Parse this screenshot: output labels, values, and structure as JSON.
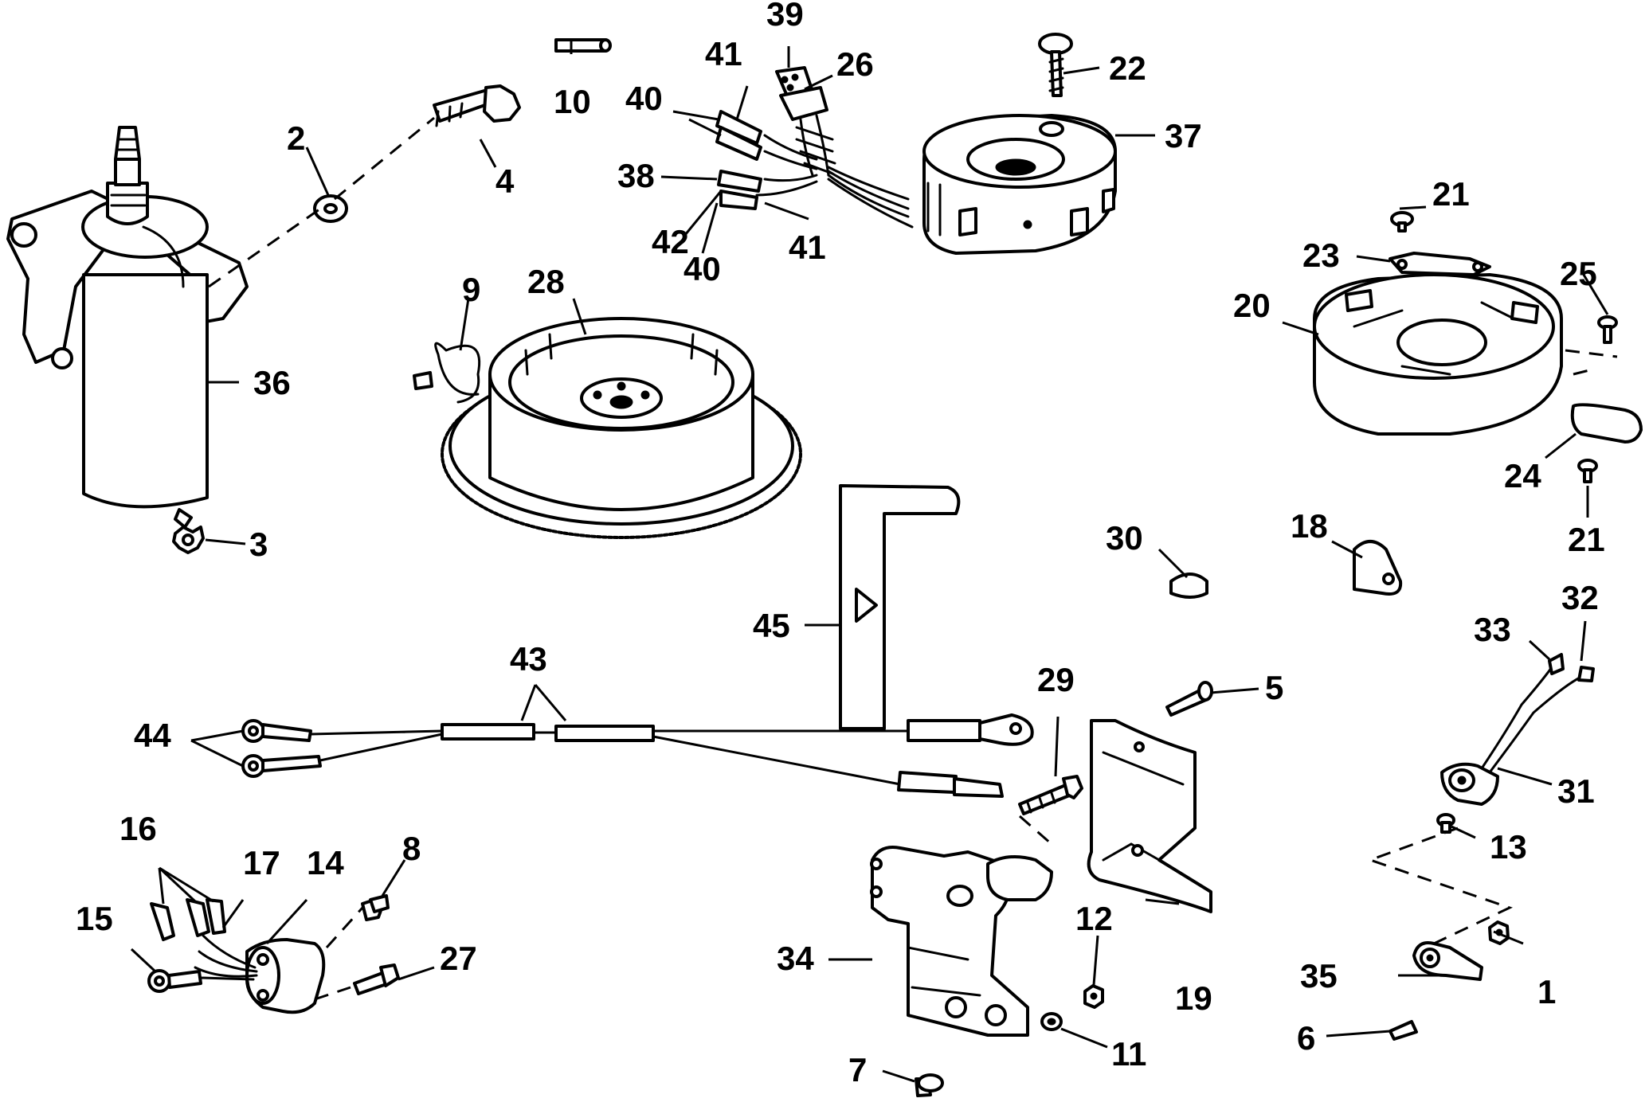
{
  "callouts": [
    "1",
    "2",
    "3",
    "4",
    "5",
    "6",
    "7",
    "8",
    "9",
    "10",
    "11",
    "12",
    "13",
    "14",
    "15",
    "16",
    "17",
    "18",
    "19",
    "20",
    "21",
    "21",
    "22",
    "23",
    "24",
    "25",
    "26",
    "27",
    "28",
    "29",
    "30",
    "31",
    "32",
    "33",
    "34",
    "35",
    "36",
    "37",
    "38",
    "39",
    "40",
    "40",
    "41",
    "41",
    "42",
    "43",
    "44",
    "45"
  ],
  "colors": {
    "line": "#000000",
    "background": "#ffffff"
  }
}
